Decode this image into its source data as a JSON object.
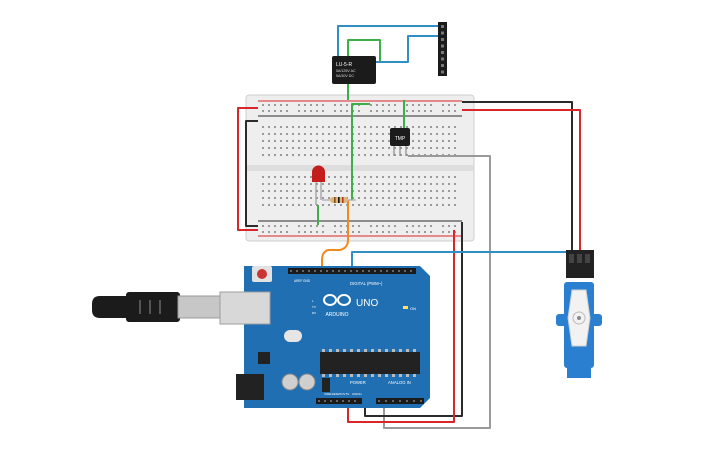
{
  "labels": {
    "relay": "LU-5-R",
    "relay_spec_1": "5A/125V AC",
    "relay_spec_2": "5A/30V DC",
    "sensor": "TMP",
    "arduino_logo": "ARDUINO",
    "arduino_model": "UNO",
    "on_label": "ON",
    "aref": "AREF",
    "gnd_top": "GND",
    "digital_header": "DIGITAL (PWM~)",
    "power_header": "POWER",
    "analog_header": "ANALOG IN",
    "reset_label": "RESET",
    "ioref": "IOREF",
    "v33": "3.3V",
    "v5": "5V",
    "gnd_bottom": "GND",
    "vin": "Vin",
    "tx": "TX",
    "rx": "RX",
    "l_led": "L"
  },
  "colors": {
    "wire_red": "#d8262a",
    "wire_black": "#2b2b2b",
    "wire_green": "#3fae49",
    "wire_blue": "#2f8fc6",
    "wire_orange": "#f08a1c",
    "wire_gray": "#9a9a9a",
    "arduino_board": "#1f6fb2",
    "servo_body": "#2a7fd0"
  }
}
